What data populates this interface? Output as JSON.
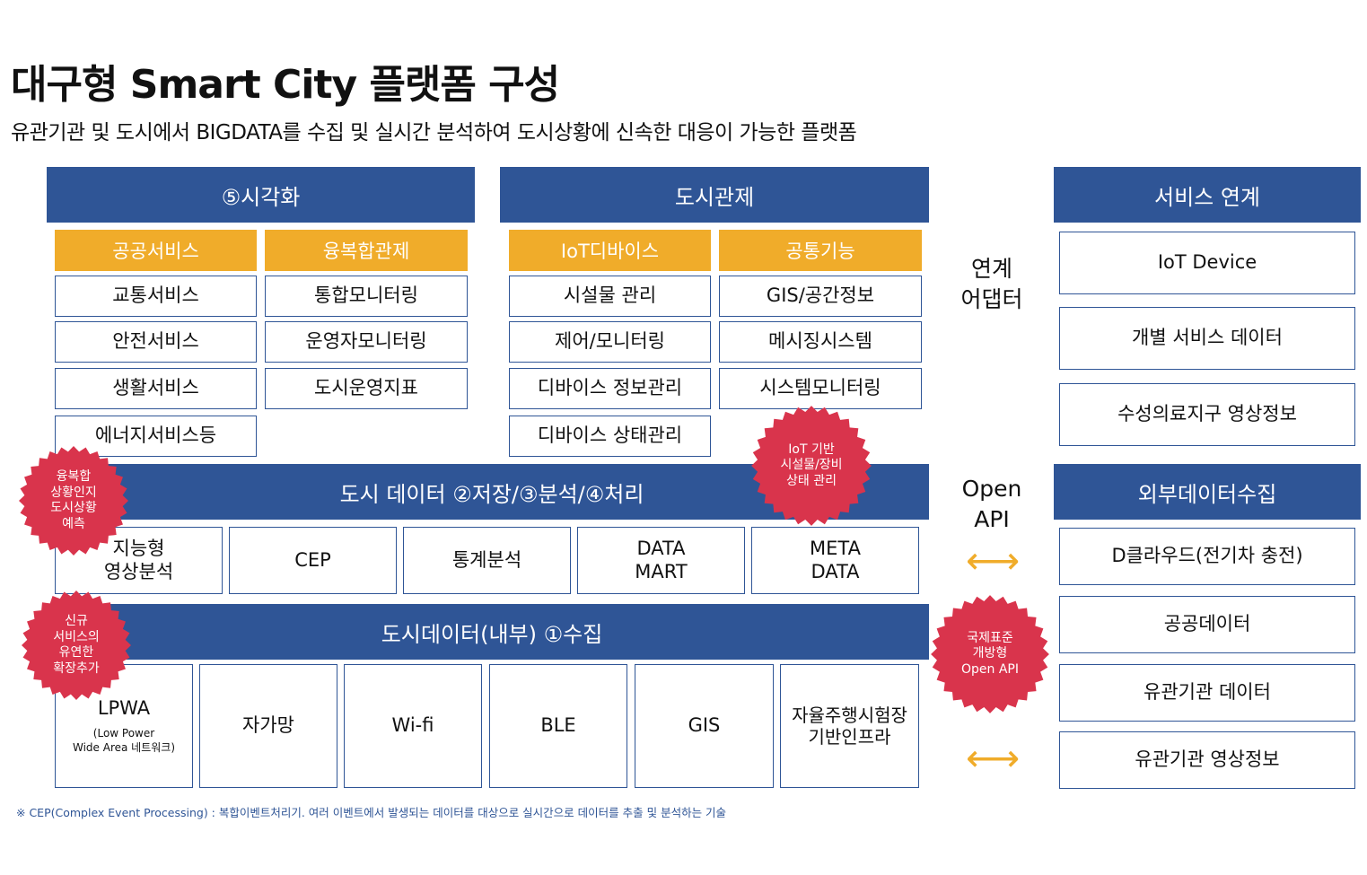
{
  "title": "대구형 Smart City 플랫폼 구성",
  "subtitle": "유관기관 및 도시에서 BIGDATA를 수집 및 실시간 분석하여 도시상황에 신속한 대응이 가능한 플랫폼",
  "visualization": {
    "header": "⑤시각화",
    "col1": {
      "header": "공공서비스",
      "items": [
        "교통서비스",
        "안전서비스",
        "생활서비스",
        "에너지서비스등"
      ]
    },
    "col2": {
      "header": "융복합관제",
      "items": [
        "통합모니터링",
        "운영자모니터링",
        "도시운영지표"
      ]
    }
  },
  "city_control": {
    "header": "도시관제",
    "col1": {
      "header": "IoT디바이스",
      "items": [
        "시설물 관리",
        "제어/모니터링",
        "디바이스 정보관리",
        "디바이스 상태관리"
      ]
    },
    "col2": {
      "header": "공통기능",
      "items": [
        "GIS/공간정보",
        "메시징시스템",
        "시스템모니터링"
      ]
    }
  },
  "data_processing": {
    "header": "도시 데이터 ②저장/③분석/④처리",
    "items": [
      {
        "line1": "지능형",
        "line2": "영상분석"
      },
      {
        "line1": "CEP",
        "line2": ""
      },
      {
        "line1": "통계분석",
        "line2": ""
      },
      {
        "line1": "DATA",
        "line2": "MART"
      },
      {
        "line1": "META",
        "line2": "DATA"
      }
    ]
  },
  "data_collection": {
    "header": "도시데이터(내부) ①수집",
    "items": [
      {
        "line1": "LPWA",
        "line2": "",
        "note1": "(Low Power",
        "note2": "Wide Area 네트워크)"
      },
      {
        "line1": "자가망",
        "line2": ""
      },
      {
        "line1": "Wi-fi",
        "line2": ""
      },
      {
        "line1": "BLE",
        "line2": ""
      },
      {
        "line1": "GIS",
        "line2": ""
      },
      {
        "line1": "자율주행시험장",
        "line2": "기반인프라"
      }
    ]
  },
  "middle": {
    "adapter_line1": "연계",
    "adapter_line2": "어댑터",
    "openapi_line1": "Open",
    "openapi_line2": "API",
    "arrow_symbol": "⟷"
  },
  "service_link": {
    "header": "서비스 연계",
    "items": [
      "IoT Device",
      "개별 서비스 데이터",
      "수성의료지구 영상정보"
    ]
  },
  "external_data": {
    "header": "외부데이터수집",
    "items": [
      "D클라우드(전기차 충전)",
      "공공데이터",
      "유관기관 데이터",
      "유관기관 영상정보"
    ]
  },
  "badges": {
    "fusion": [
      "융복합",
      "상황인지",
      "도시상황",
      "예측"
    ],
    "new_service": [
      "신규",
      "서비스의",
      "유연한",
      "확장추가"
    ],
    "iot": [
      "IoT 기반",
      "시설물/장비",
      "상태 관리"
    ],
    "standard": [
      "국제표준",
      "개방형",
      "Open API"
    ]
  },
  "footnote": "※ CEP(Complex Event Processing) : 복합이벤트처리기. 여러 이벤트에서 발생되는 데이터를 대상으로 실시간으로 데이터를 추출 및 분석하는 기술",
  "colors": {
    "navy": "#2f5596",
    "orange": "#f0ac2a",
    "badge_red": "#d9344c"
  }
}
